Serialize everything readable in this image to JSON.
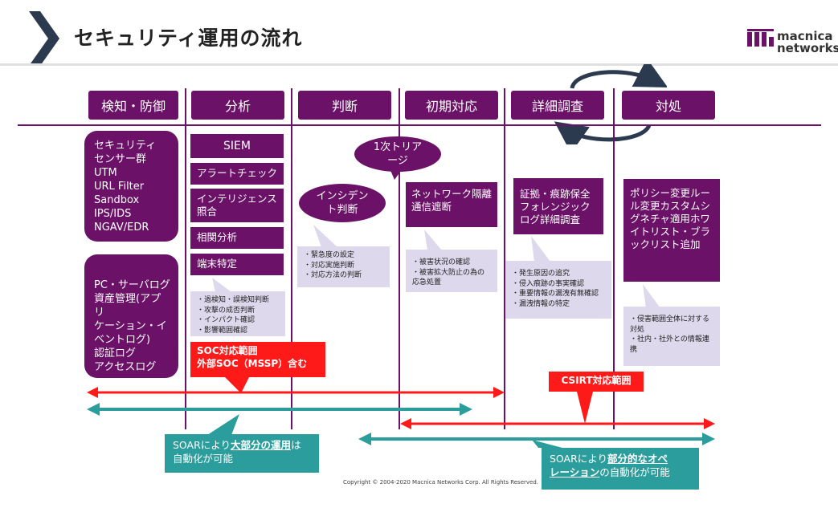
{
  "header": {
    "title": "セキュリティ運用の流れ",
    "logo_line1": "macnica",
    "logo_line2": "networks"
  },
  "phases": [
    "検知・防御",
    "分析",
    "判断",
    "初期対応",
    "詳細調査",
    "対処"
  ],
  "detection": {
    "sensors": [
      "セキュリティ",
      "センサー群",
      "UTM",
      "URL Filter",
      "Sandbox",
      "IPS/IDS",
      "NGAV/EDR"
    ],
    "logs": [
      "PC・サーバログ",
      "資産管理(アプリ",
      "ケーション・イ",
      "ベントログ)",
      "認証ログ",
      "アクセスログ"
    ]
  },
  "analysis": {
    "items": [
      "SIEM",
      "アラートチェック",
      "インテリジェンス照合",
      "相関分析",
      "端末特定"
    ],
    "notes": [
      "・過検知・誤検知判断",
      "・攻撃の成否判断",
      "・インパクト確認",
      "・影響範囲確認"
    ]
  },
  "decision": {
    "triage": "1次トリアージ",
    "incident": "インシデント判断",
    "notes": [
      "・緊急度の設定",
      "・対応実施判断",
      "・対応方法の判断"
    ]
  },
  "initial": {
    "box": "ネットワーク隔離通信遮断",
    "notes": [
      "・被害状況の確認",
      "・被害拡大防止の為の応急処置"
    ]
  },
  "investigation": {
    "box": "証拠・痕跡保全フォレンジックログ詳細調査",
    "notes": [
      "・発生原因の追究",
      "・侵入痕跡の事実確認",
      "・重要情報の漏洩有無確認",
      "・漏洩情報の特定"
    ]
  },
  "response": {
    "box": "ポリシー変更ルール変更カスタムシグネチャ適用ホワイトリスト・ブラックリスト追加",
    "notes": [
      "・侵害範囲全体に対する対処",
      "・社内・社外との情報連携"
    ]
  },
  "ranges": {
    "soc_line1": "SOC対応範囲",
    "soc_line2": "外部SOC（MSSP）含む",
    "csirt": "CSIRT対応範囲",
    "soar1_pre": "SOARにより",
    "soar1_bold": "大部分の運用",
    "soar1_post": "は",
    "soar1_line2": "自動化が可能",
    "soar2_pre": "SOARにより",
    "soar2_bold1": "部分的なオペ",
    "soar2_bold2": "レーション",
    "soar2_post": "の自動化が可能"
  },
  "footer": {
    "copyright": "Copyright © 2004-2020 Macnica Networks Corp. All Rights Reserved."
  },
  "colors": {
    "purple": "#6b1168",
    "red": "#ff1a1a",
    "teal": "#2a9d9c",
    "note_bg": "#ddd8ec"
  }
}
